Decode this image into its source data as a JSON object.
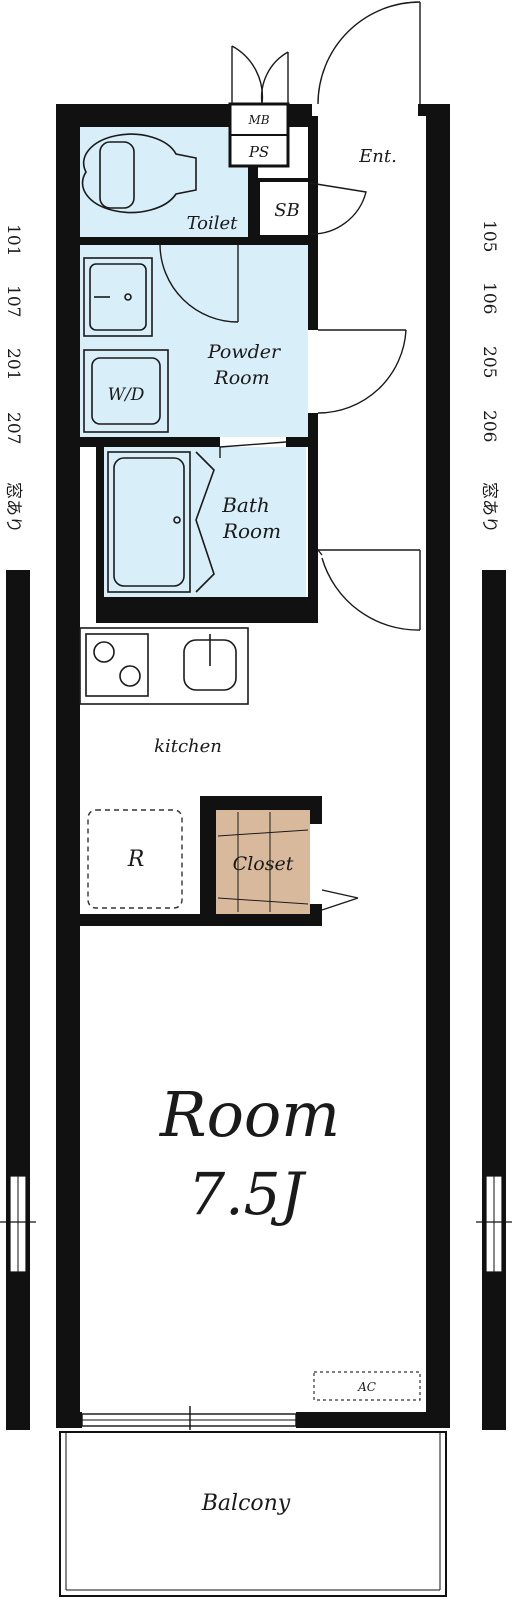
{
  "rooms": {
    "entrance": "Ent.",
    "toilet": "Toilet",
    "powder_room": [
      "Powder",
      "Room"
    ],
    "bath_room": [
      "Bath",
      "Room"
    ],
    "kitchen": "kitchen",
    "closet": "Closet",
    "main_room": "Room",
    "main_room_size": "7.5J",
    "balcony": "Balcony"
  },
  "fixtures": {
    "meter_box": "MB",
    "pipe_space": "PS",
    "shoe_box": "SB",
    "washer": "W/D",
    "refrigerator": "R",
    "air_conditioner": "AC"
  },
  "side_notes": {
    "left_units": [
      "101",
      "107",
      "201",
      "207"
    ],
    "left_note": "窓あり",
    "right_units": [
      "105",
      "106",
      "205",
      "206"
    ],
    "right_note": "窓あり"
  },
  "colors": {
    "wall": "#111111",
    "wet_area": "#d8eef8",
    "closet": "#d9b99b",
    "line": "#1a1a1a"
  }
}
